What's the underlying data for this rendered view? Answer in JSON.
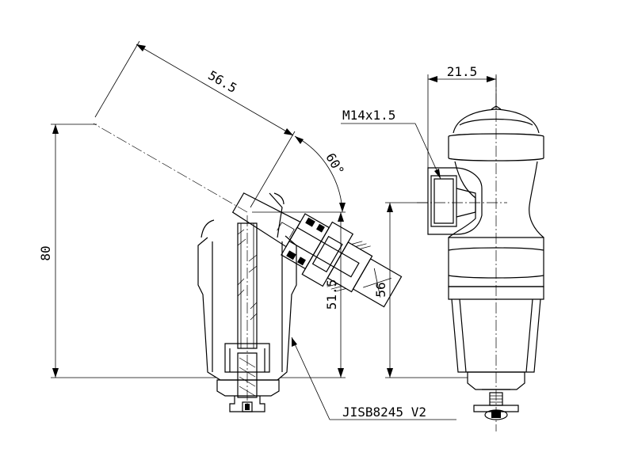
{
  "dimensions": {
    "length_angled": "56.5",
    "angle": "60°",
    "height_total": "80",
    "height_outlet": "51.5",
    "width_side": "21.5",
    "thread_spec": "M14x1.5",
    "height_side": "56"
  },
  "callout": {
    "standard": "JISB8245 V2"
  },
  "colors": {
    "line": "#000000",
    "background": "#ffffff"
  }
}
